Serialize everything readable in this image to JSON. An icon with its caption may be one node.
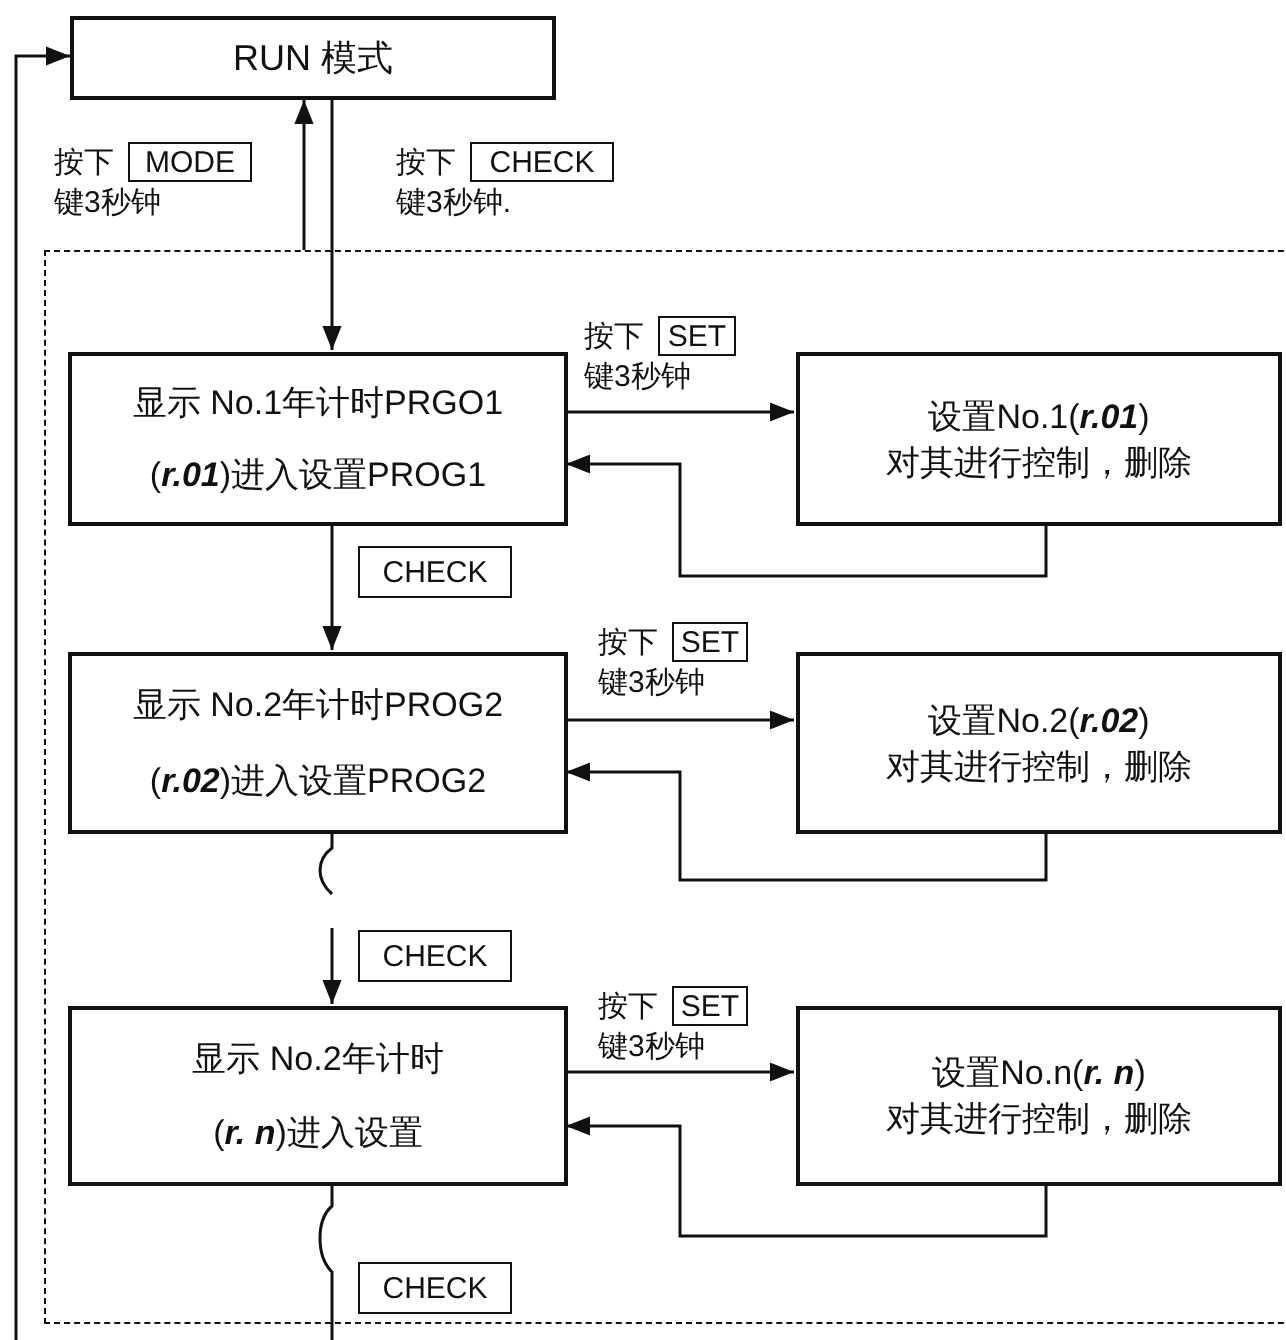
{
  "diagram": {
    "nodes": [
      {
        "text": [
          "RUN 模式"
        ]
      },
      {
        "text": [
          "MODE"
        ],
        "beside": [
          "按下",
          "键3秒钟"
        ]
      },
      {
        "text": [
          "CHECK"
        ],
        "beside": [
          "按下",
          "键3秒钟."
        ]
      },
      {
        "text": [],
        "shape": "box"
      },
      {
        "text": [
          "SET"
        ],
        "in": 3,
        "beside": [
          "按下",
          "键3秒钟"
        ]
      },
      {
        "text": [
          "显示 No.1年计时PRGO1",
          "(**r.01**)进入设置PROG1"
        ],
        "in": 3
      },
      {
        "text": [
          "设置No.1(**r.01**)",
          "对其进行控制，删除"
        ],
        "in": 3
      },
      {
        "text": [
          "CHECK"
        ],
        "in": 3
      },
      {
        "text": [
          "SET"
        ],
        "in": 3,
        "beside": [
          "按下",
          "键3秒钟"
        ]
      },
      {
        "text": [
          "显示 No.2年计时PROG2",
          "(**r.02**)进入设置PROG2"
        ],
        "in": 3
      },
      {
        "text": [
          "设置No.2(**r.02**)",
          "对其进行控制，删除"
        ],
        "in": 3
      },
      {
        "text": [
          "CHECK"
        ],
        "in": 3
      },
      {
        "text": [
          "SET"
        ],
        "in": 3,
        "beside": [
          "按下",
          "键3秒钟"
        ]
      },
      {
        "text": [
          "显示 No.2年计时",
          "(**r. n**)进入设置"
        ],
        "in": 3
      },
      {
        "text": [
          "设置No.n(**r. n**)",
          "对其进行控制，删除"
        ],
        "in": 3
      },
      {
        "text": [
          "CHECK"
        ],
        "in": 3
      }
    ],
    "edges": [
      {
        "from": 0,
        "to": 5,
        "arrow": "to"
      },
      {
        "from": 3,
        "to": 0,
        "arrow": "to"
      },
      {
        "from": 5,
        "to": 6,
        "arrow": "to"
      },
      {
        "from": 6,
        "to": 5,
        "arrow": "to"
      },
      {
        "from": 5,
        "to": 9,
        "arrow": "to"
      },
      {
        "from": 9,
        "to": 10,
        "arrow": "to"
      },
      {
        "from": 10,
        "to": 9,
        "arrow": "to"
      },
      {
        "from": 9,
        "to": null,
        "arrow": "none"
      },
      {
        "from": null,
        "to": 13,
        "arrow": "to"
      },
      {
        "from": 13,
        "to": 14,
        "arrow": "to"
      },
      {
        "from": 14,
        "to": 13,
        "arrow": "to"
      },
      {
        "from": 13,
        "to": null,
        "arrow": "none"
      },
      {
        "from": null,
        "to": 0,
        "arrow": "to"
      }
    ]
  }
}
